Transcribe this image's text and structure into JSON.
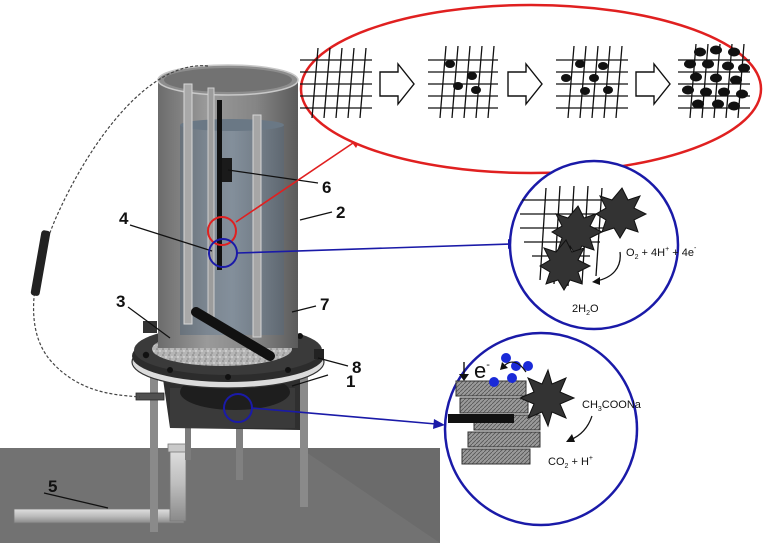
{
  "colors": {
    "red_ring": "#e02020",
    "blue_ring": "#1a1aa8",
    "cylinder": "#7d7d7d",
    "ground": "#6a6a6a",
    "electron": "#1a2ad8"
  },
  "callouts": [
    "1",
    "2",
    "3",
    "4",
    "5",
    "6",
    "7",
    "8"
  ],
  "cathode_reaction": {
    "reactants_prefix": "O",
    "o2_sub": "2",
    "reactants_mid": " + 4H",
    "h_sup": "+",
    "reactants_plus": " + 4e",
    "e_sup": "-",
    "product_prefix": "2H",
    "h2o_sub": "2",
    "product_suffix": "O"
  },
  "anode_reaction": {
    "electron_label": "e",
    "electron_sup": "-",
    "substrate": "CH",
    "ch3_sub": "3",
    "substrate_suffix": "COONa",
    "products": "CO",
    "co2_sub": "2",
    "products_mid": " + H",
    "h_sup": "+"
  },
  "icons": [
    "stage-arrow-icon",
    "catalyst-particle-icon",
    "biofilm-icon",
    "electron-icon"
  ]
}
